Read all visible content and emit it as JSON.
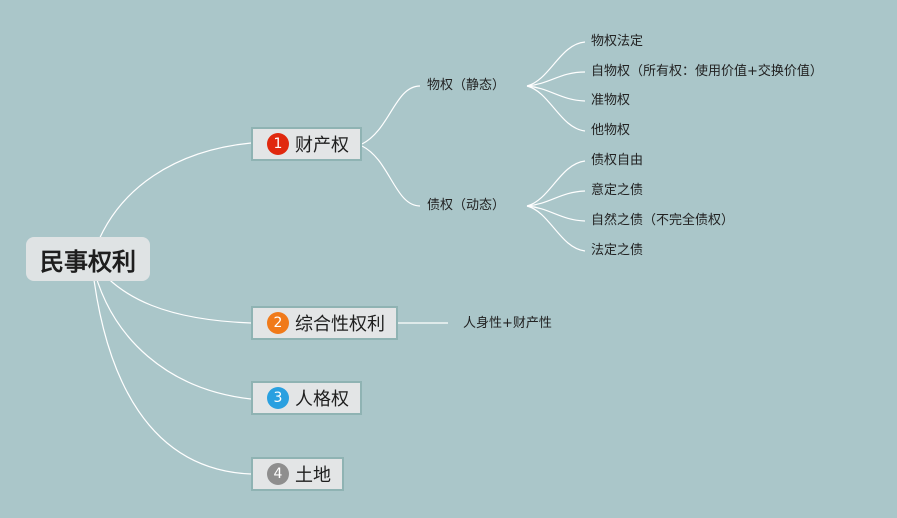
{
  "root": {
    "label": "民事权利"
  },
  "branches": [
    {
      "num": "1",
      "label": "财产权",
      "badge_color": "#e0280e"
    },
    {
      "num": "2",
      "label": "综合性权利",
      "badge_color": "#f07a1a"
    },
    {
      "num": "3",
      "label": "人格权",
      "badge_color": "#2aa0e0"
    },
    {
      "num": "4",
      "label": "土地",
      "badge_color": "#8e8e8e"
    }
  ],
  "property": {
    "real_right": {
      "label": "物权（静态）",
      "items": [
        "物权法定",
        "自物权（所有权：使用价值+交换价值）",
        "准物权",
        "他物权"
      ]
    },
    "creditor_right": {
      "label": "债权（动态）",
      "items": [
        "债权自由",
        "意定之债",
        "自然之债（不完全债权）",
        "法定之债"
      ]
    }
  },
  "composite_note": "人身性+财产性"
}
